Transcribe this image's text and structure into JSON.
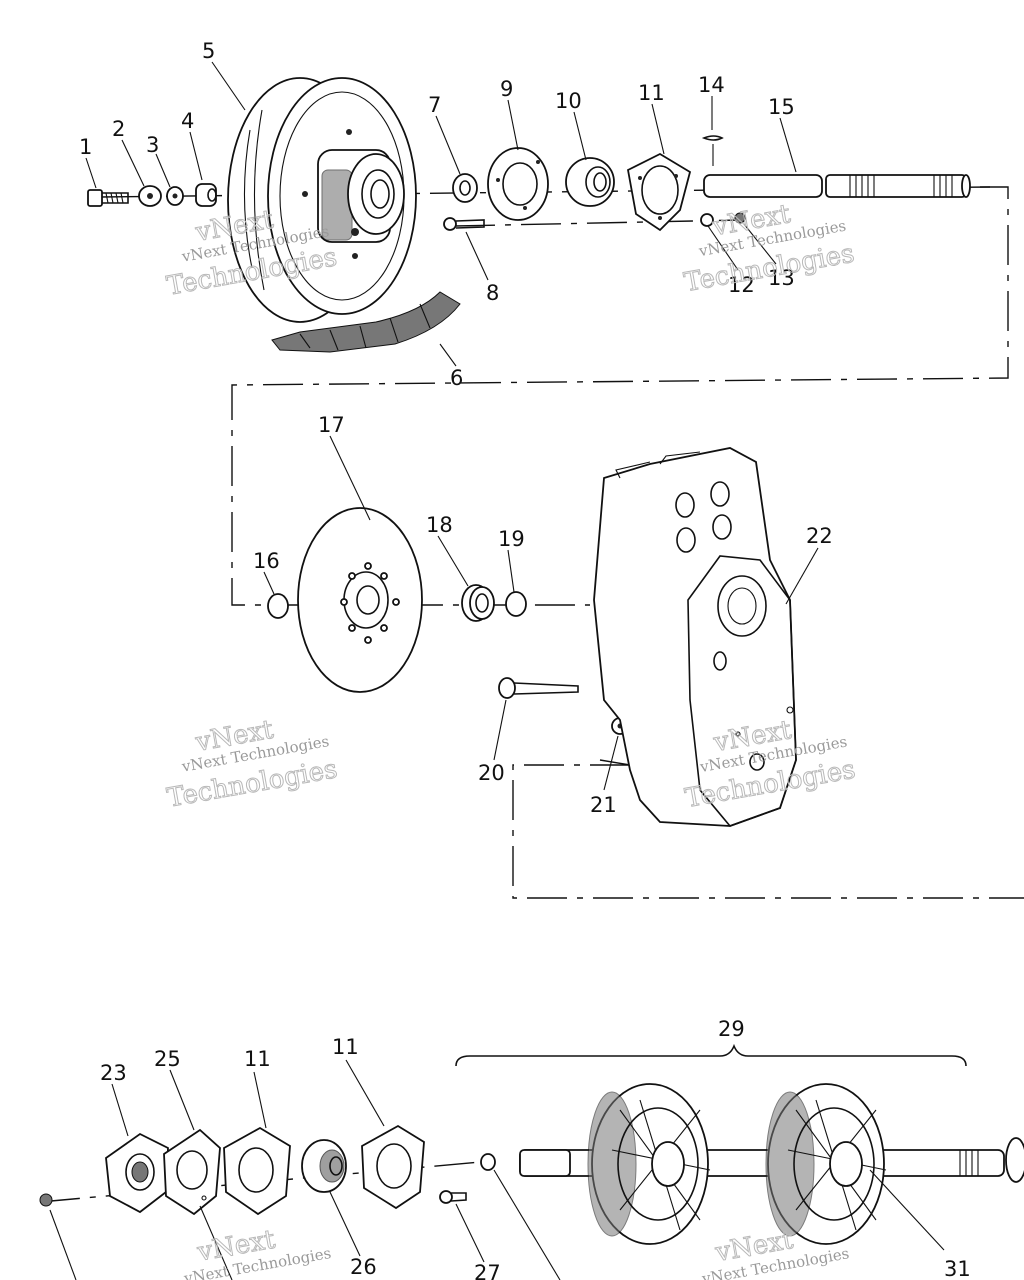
{
  "callouts": {
    "c1": "1",
    "c2": "2",
    "c3": "3",
    "c4": "4",
    "c5": "5",
    "c6": "6",
    "c7": "7",
    "c8": "8",
    "c9": "9",
    "c10": "10",
    "c11a": "11",
    "c12": "12",
    "c13": "13",
    "c14": "14",
    "c15": "15",
    "c16": "16",
    "c17": "17",
    "c18": "18",
    "c19": "19",
    "c20": "20",
    "c21": "21",
    "c22": "22",
    "c23": "23",
    "c25": "25",
    "c11b": "11",
    "c11c": "11",
    "c26": "26",
    "c27": "27",
    "c29": "29",
    "c31": "31"
  },
  "watermark": {
    "line1": "vNext Technologies",
    "line2": "vNext",
    "line3": "Technologies"
  }
}
